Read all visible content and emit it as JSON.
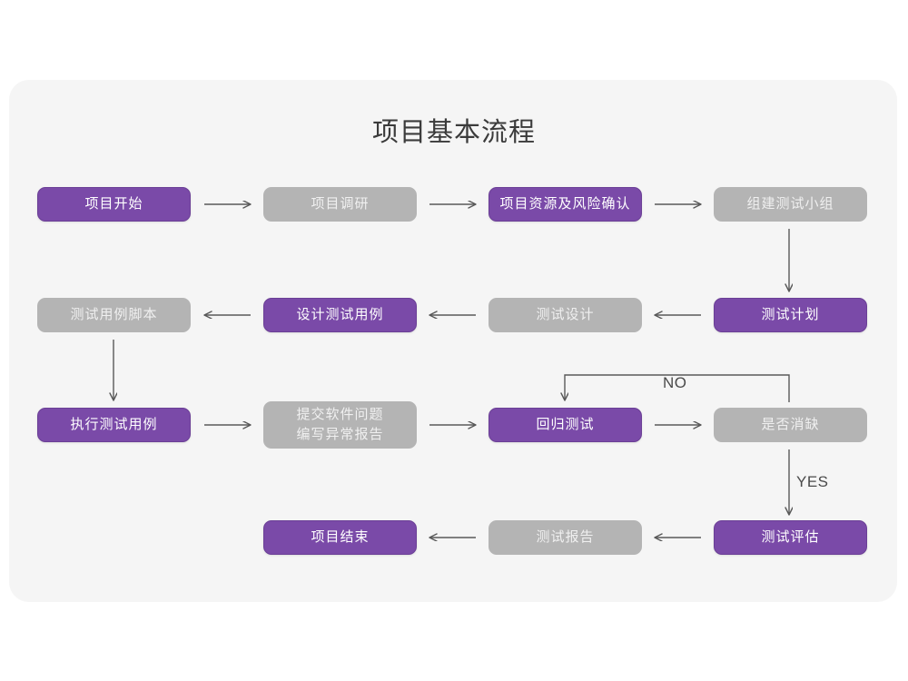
{
  "diagram": {
    "title": "项目基本流程",
    "colors": {
      "purple": "#7a4aa8",
      "gray": "#b4b4b4",
      "card_background": "#f5f5f5",
      "page_background": "#ffffff",
      "connector": "#595959",
      "title_text": "#3b3b3b"
    },
    "type": "flowchart",
    "nodes": [
      {
        "id": "n1",
        "label": "项目开始",
        "style": "purple",
        "row": 1,
        "col": 1
      },
      {
        "id": "n2",
        "label": "项目调研",
        "style": "gray",
        "row": 1,
        "col": 2
      },
      {
        "id": "n3",
        "label": "项目资源及风险确认",
        "style": "purple",
        "row": 1,
        "col": 3
      },
      {
        "id": "n4",
        "label": "组建测试小组",
        "style": "gray",
        "row": 1,
        "col": 4
      },
      {
        "id": "n5",
        "label": "测试用例脚本",
        "style": "gray",
        "row": 2,
        "col": 1
      },
      {
        "id": "n6",
        "label": "设计测试用例",
        "style": "purple",
        "row": 2,
        "col": 2
      },
      {
        "id": "n7",
        "label": "测试设计",
        "style": "gray",
        "row": 2,
        "col": 3
      },
      {
        "id": "n8",
        "label": "测试计划",
        "style": "purple",
        "row": 2,
        "col": 4
      },
      {
        "id": "n9",
        "label": "执行测试用例",
        "style": "purple",
        "row": 3,
        "col": 1
      },
      {
        "id": "n10",
        "label": "提交软件问题\n编写异常报告",
        "style": "gray",
        "row": 3,
        "col": 2
      },
      {
        "id": "n11",
        "label": "回归测试",
        "style": "purple",
        "row": 3,
        "col": 3
      },
      {
        "id": "n12",
        "label": "是否消缺",
        "style": "gray",
        "row": 3,
        "col": 4
      },
      {
        "id": "n13",
        "label": "项目结束",
        "style": "purple",
        "row": 4,
        "col": 2
      },
      {
        "id": "n14",
        "label": "测试报告",
        "style": "gray",
        "row": 4,
        "col": 3
      },
      {
        "id": "n15",
        "label": "测试评估",
        "style": "purple",
        "row": 4,
        "col": 4
      }
    ],
    "edge_labels": {
      "no": "NO",
      "yes": "YES"
    },
    "edges": [
      {
        "from": "n1",
        "to": "n2",
        "direction": "right"
      },
      {
        "from": "n2",
        "to": "n3",
        "direction": "right"
      },
      {
        "from": "n3",
        "to": "n4",
        "direction": "right"
      },
      {
        "from": "n4",
        "to": "n8",
        "direction": "down"
      },
      {
        "from": "n8",
        "to": "n7",
        "direction": "left"
      },
      {
        "from": "n7",
        "to": "n6",
        "direction": "left"
      },
      {
        "from": "n6",
        "to": "n5",
        "direction": "left"
      },
      {
        "from": "n5",
        "to": "n9",
        "direction": "down"
      },
      {
        "from": "n9",
        "to": "n10",
        "direction": "right"
      },
      {
        "from": "n10",
        "to": "n11",
        "direction": "right"
      },
      {
        "from": "n11",
        "to": "n12",
        "direction": "right"
      },
      {
        "from": "n12",
        "to": "n11",
        "direction": "loop-up-left",
        "label": "NO"
      },
      {
        "from": "n12",
        "to": "n15",
        "direction": "down",
        "label": "YES"
      },
      {
        "from": "n15",
        "to": "n14",
        "direction": "left"
      },
      {
        "from": "n14",
        "to": "n13",
        "direction": "left"
      }
    ]
  }
}
